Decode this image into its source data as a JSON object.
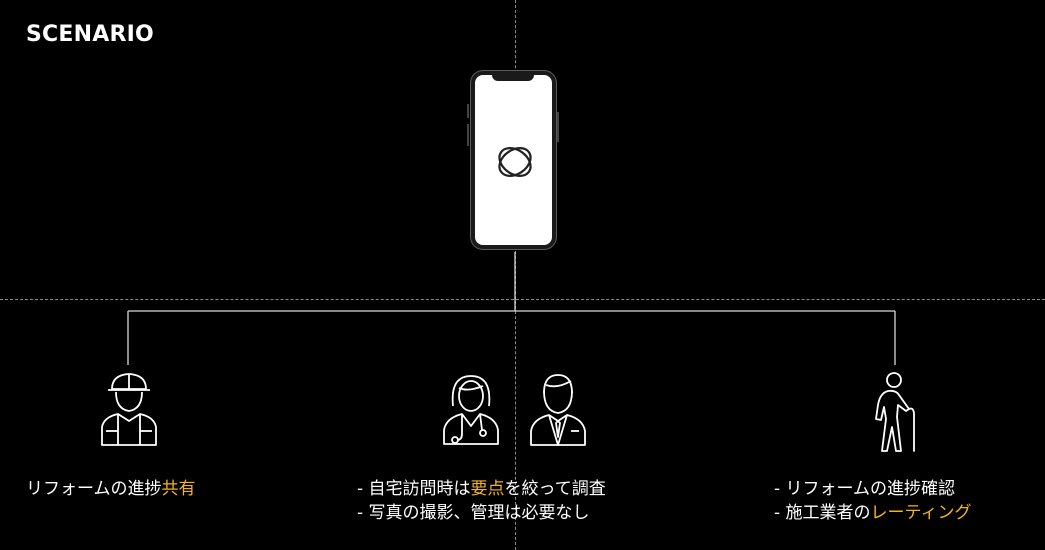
{
  "header": {
    "title": "SCENARIO"
  },
  "colors": {
    "background": "#000000",
    "text": "#ffffff",
    "highlight": "#f2b51a",
    "guide": "#8a8a8a"
  },
  "center_device": {
    "icon": "smartphone-icon",
    "app_logo": "app-logo-icon"
  },
  "personas": [
    {
      "icon": "construction-worker-icon",
      "lines": [
        {
          "text": "リフォームの進捗",
          "highlight": "共有"
        }
      ]
    },
    {
      "icons": [
        "doctor-female-icon",
        "businessman-icon"
      ],
      "lines": [
        {
          "prefix": "- 自宅訪問時は",
          "highlight": "要点",
          "suffix": "を絞って調査"
        },
        {
          "text": "- 写真の撮影、管理は必要なし"
        }
      ]
    },
    {
      "icon": "elderly-person-icon",
      "lines": [
        {
          "text": "- リフォームの進捗確認"
        },
        {
          "text": "- 施工業者の",
          "highlight": "レーティング"
        }
      ]
    }
  ]
}
